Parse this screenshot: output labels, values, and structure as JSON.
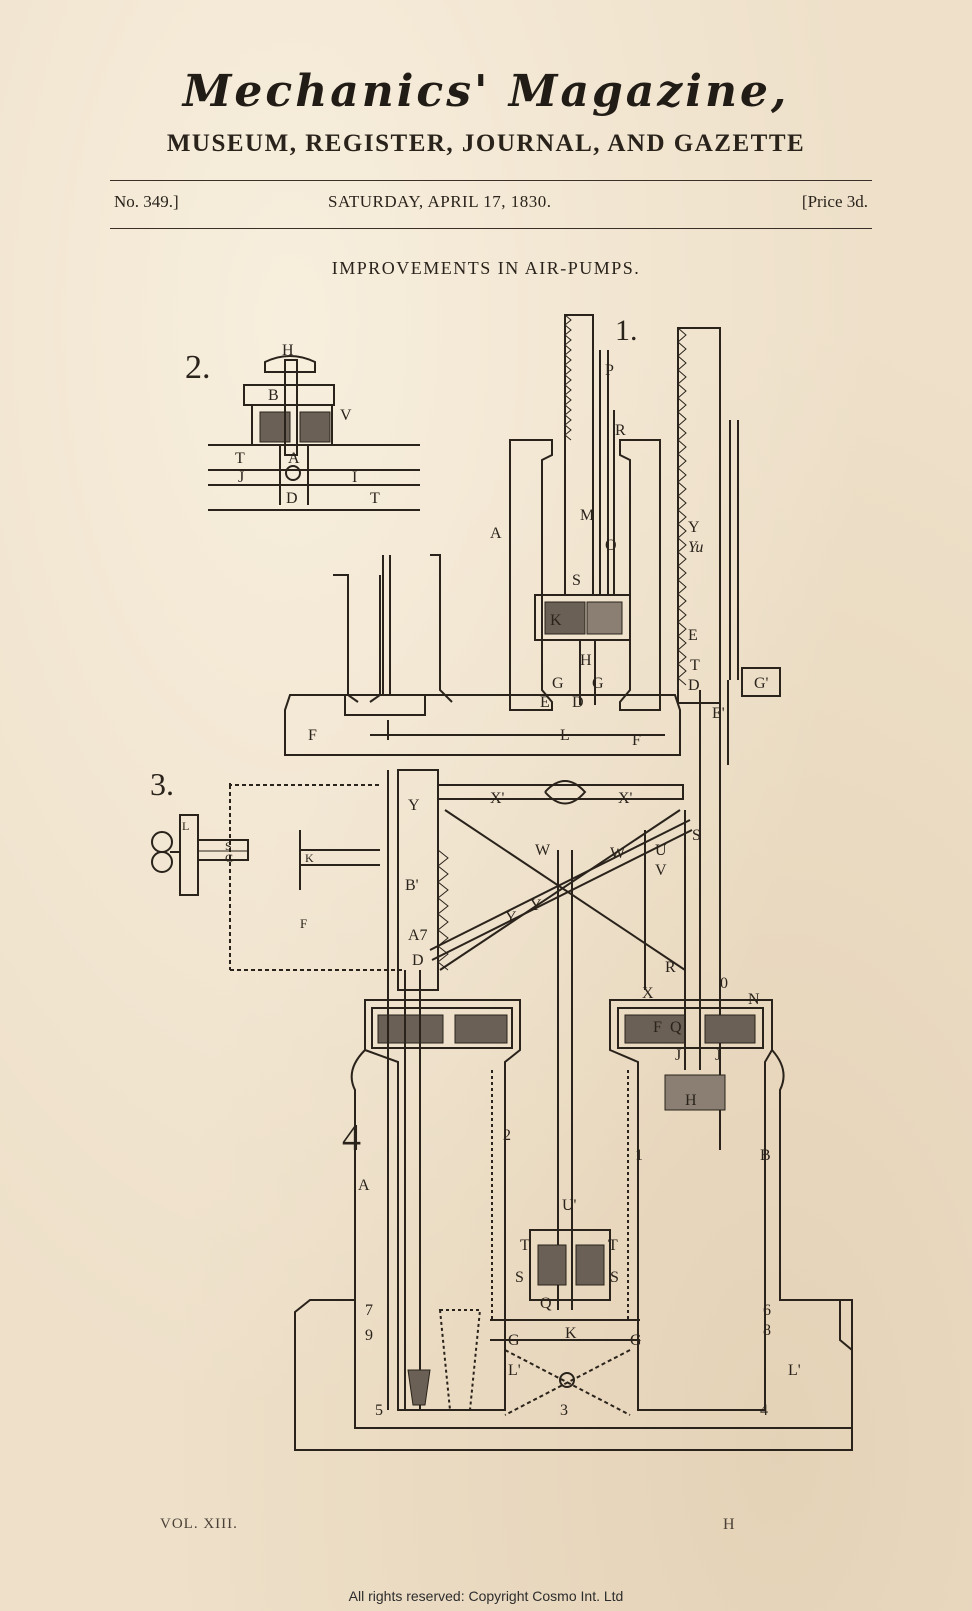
{
  "masthead": {
    "title": "Mechanics' Magazine,",
    "subtitle": "MUSEUM, REGISTER, JOURNAL, AND GAZETTE"
  },
  "issue": {
    "number": "No. 349.]",
    "date": "SATURDAY, APRIL 17, 1830.",
    "price": "[Price 3d."
  },
  "article": {
    "title": "IMPROVEMENTS IN AIR-PUMPS."
  },
  "figure": {
    "fig1": "1.",
    "fig2": "2.",
    "fig3": "3.",
    "fig4": "4",
    "labels": {
      "H": "H",
      "B": "B",
      "V": "V",
      "T": "T",
      "A": "A",
      "J": "J",
      "I": "I",
      "D": "D",
      "U": "U",
      "P": "P",
      "R": "R",
      "M": "M",
      "O": "O",
      "K": "K",
      "S": "S",
      "C": "C",
      "G": "G",
      "E": "E",
      "L": "L",
      "F": "F",
      "Y": "Y",
      "Ya": "Yu",
      "Gp": "G'",
      "Ep": "E'",
      "Xp": "X'",
      "Wp": "W",
      "Bp": "B'",
      "A7": "A7",
      "Lp": "L'",
      "N": "N",
      "Q": "Q",
      "X": "X",
      "Up": "U'",
      "n2": "2",
      "n3": "3",
      "n4": "4",
      "n5": "5",
      "n6": "6",
      "n7": "7",
      "n8": "8",
      "n9": "9",
      "n0": "0",
      "n1": "1"
    }
  },
  "footer": {
    "volume": "VOL. XIII.",
    "signature": "H"
  },
  "copyright": "All rights reserved: Copyright Cosmo Int. Ltd"
}
